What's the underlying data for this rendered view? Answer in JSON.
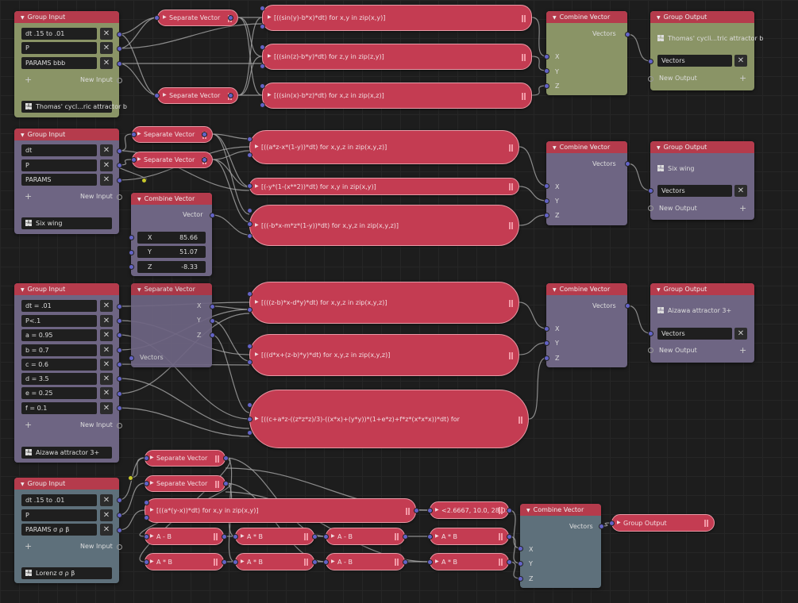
{
  "rows": [
    {
      "group_input": {
        "title": "Group Input",
        "fields": [
          "dt .15 to .01",
          "P",
          "PARAMS bbb"
        ],
        "new_input": "New Input",
        "group_name": "Thomas' cycl...ric attractor b"
      },
      "separate": [
        {
          "label": "Separate Vector"
        },
        {
          "label": "Separate Vector"
        }
      ],
      "exprs": [
        "[((sin(y)-b*x)*dt) for x,y in zip(x,y)]",
        "[((sin(z)-b*y)*dt) for z,y in zip(z,y)]",
        "[((sin(x)-b*z)*dt) for x,z in zip(x,z)]"
      ],
      "combine": {
        "title": "Combine Vector",
        "out": "Vectors",
        "x": "X",
        "y": "Y",
        "z": "Z"
      },
      "group_output": {
        "title": "Group Output",
        "name": "Thomas' cycli...tric attractor b",
        "field": "Vectors",
        "new_output": "New Output"
      }
    },
    {
      "group_input": {
        "title": "Group Input",
        "fields": [
          "dt",
          "P",
          "PARAMS"
        ],
        "new_input": "New Input",
        "group_name": "Six wing"
      },
      "separate": [
        {
          "label": "Separate Vector"
        },
        {
          "label": "Separate Vector"
        }
      ],
      "exprs": [
        "[((a*z-x*(1-y))*dt) for x,y,z in zip(x,y,z)]",
        "[(-y*(1-(x**2))*dt) for x,y in zip(x,y)]",
        "[((-b*x-m*z*(1-y))*dt) for x,y,z in zip(x,y,z)]"
      ],
      "combine_input": {
        "title": "Combine Vector",
        "out": "Vector",
        "values": [
          {
            "axis": "X",
            "value": "85.66"
          },
          {
            "axis": "Y",
            "value": "51.07"
          },
          {
            "axis": "Z",
            "value": "-8.33"
          }
        ]
      },
      "combine": {
        "title": "Combine Vector",
        "out": "Vectors",
        "x": "X",
        "y": "Y",
        "z": "Z"
      },
      "group_output": {
        "title": "Group Output",
        "name": "Six wing",
        "field": "Vectors",
        "new_output": "New Output"
      }
    },
    {
      "group_input": {
        "title": "Group Input",
        "fields": [
          "dt = .01",
          "P<.1",
          "a = 0.95",
          "b = 0.7",
          "c = 0.6",
          "d = 3.5",
          "e = 0.25",
          "f = 0.1"
        ],
        "new_input": "New Input",
        "group_name": "Aizawa attractor 3+"
      },
      "separate_box": {
        "title": "Separate Vector",
        "x": "X",
        "y": "Y",
        "z": "Z",
        "in": "Vectors"
      },
      "exprs": [
        "[(((z-b)*x-d*y)*dt) for x,y,z in zip(x,y,z)]",
        "[((d*x+(z-b)*y)*dt) for x,y,z in zip(x,y,z)]",
        "[((c+a*z-((z*z*z)/3)-((x*x)+(y*y))*(1+e*z)+f*z*(x*x*x))*dt) for"
      ],
      "combine": {
        "title": "Combine Vector",
        "out": "Vectors",
        "x": "X",
        "y": "Y",
        "z": "Z"
      },
      "group_output": {
        "title": "Group Output",
        "name": "Aizawa attractor 3+",
        "field": "Vectors",
        "new_output": "New Output"
      }
    },
    {
      "group_input": {
        "title": "Group Input",
        "fields": [
          "dt .15 to .01",
          "P",
          "PARAMS σ ρ β"
        ],
        "new_input": "New Input",
        "group_name": "Lorenz σ ρ β"
      },
      "separate": [
        {
          "label": "Separate Vector"
        },
        {
          "label": "Separate Vector"
        }
      ],
      "expr": "[((a*(y-x))*dt) for x,y in zip(x,y)]",
      "tuple": "<2.6667, 10.0, 28.0>",
      "math_row1": [
        "A - B",
        "A * B",
        "A - B",
        "A * B"
      ],
      "math_row2": [
        "A * B",
        "A * B",
        "A - B",
        "A * B"
      ],
      "combine": {
        "title": "Combine Vector",
        "out": "Vectors",
        "x": "X",
        "y": "Y",
        "z": "Z"
      },
      "group_output_collapsed": "Group Output"
    }
  ],
  "colors": {
    "header": "#b53b4c",
    "green_body": "#8a9466",
    "purple_body": "#6e6583",
    "slate_body": "#5e707b",
    "reroute": "#c43c52",
    "socket": "#6363c7",
    "wire": "#a8a8a8"
  }
}
